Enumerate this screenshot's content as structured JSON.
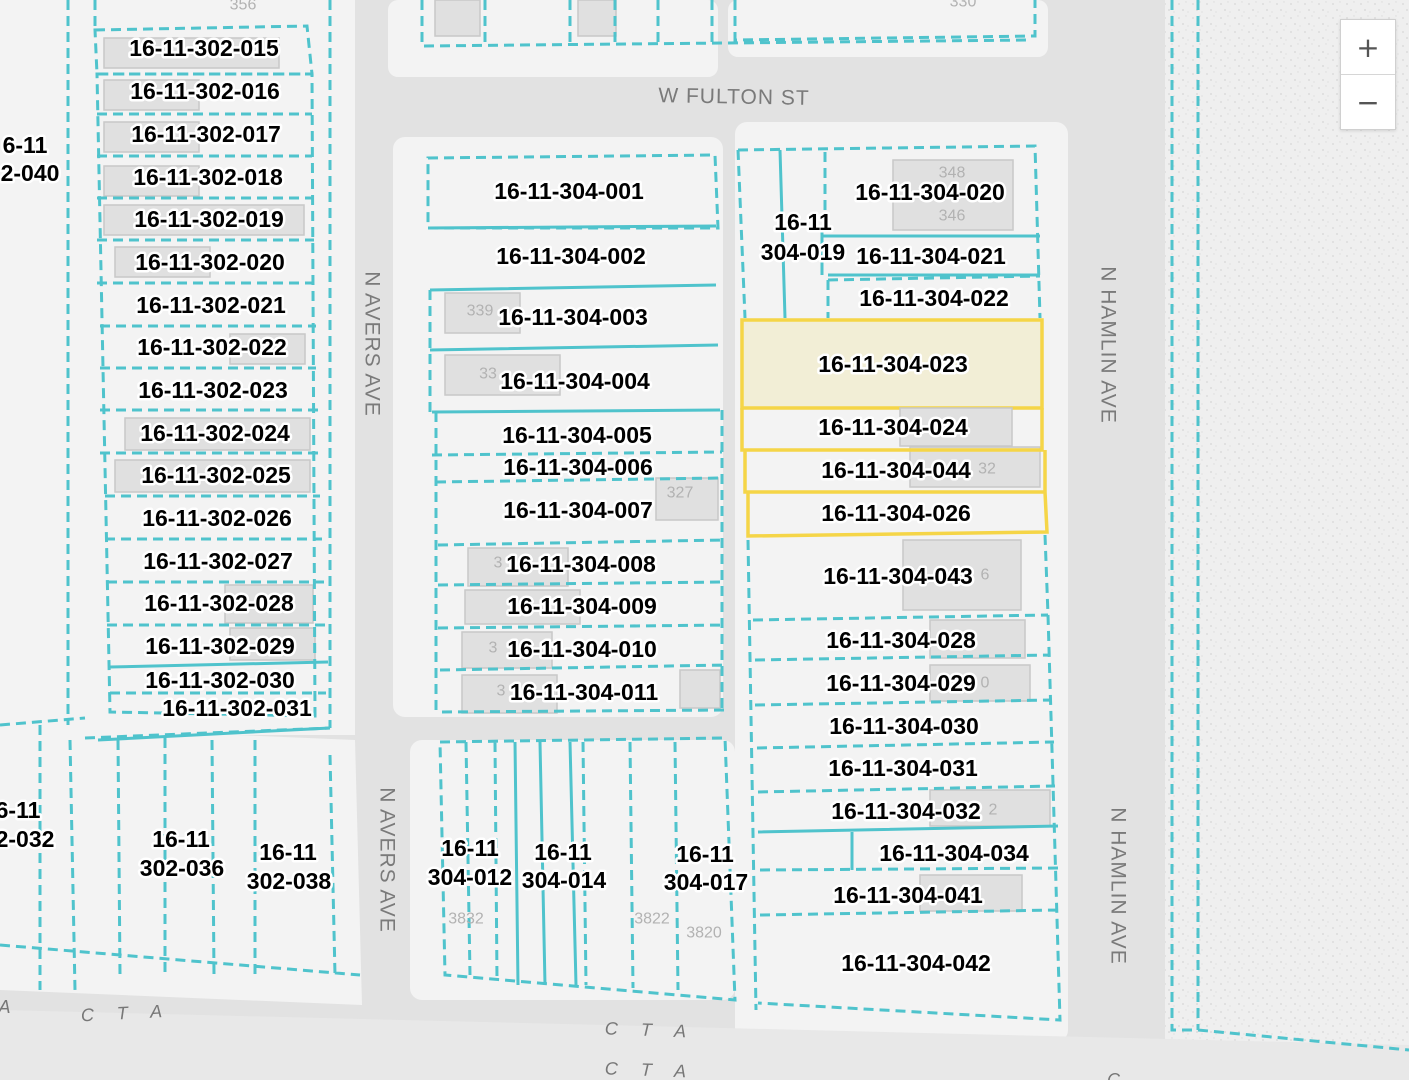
{
  "streets": {
    "fulton": "W FULTON ST",
    "avers_upper": "N AVERS AVE",
    "avers_lower": "N AVERS AVE",
    "hamlin_upper": "N HAMLIN AVE",
    "hamlin_lower": "N HAMLIN AVE",
    "cta_1": "C T A",
    "cta_2": "C T A",
    "cta_3": "C T A",
    "cta_4": "C T A",
    "cta_edge": "C"
  },
  "addresses": {
    "a356": "356",
    "a330": "330",
    "a348": "348",
    "a346": "346",
    "a339": "339",
    "a33": "33",
    "a327": "327",
    "a3a": "3",
    "a3b": "3",
    "a3c": "3",
    "a32": "32",
    "a6": "6",
    "a0": "0",
    "a2": "2",
    "a3832": "3832",
    "a3822": "3822",
    "a3820": "3820"
  },
  "parcels": {
    "p302_015": "16-11-302-015",
    "p302_016": "16-11-302-016",
    "p302_017": "16-11-302-017",
    "p302_018": "16-11-302-018",
    "p302_019": "16-11-302-019",
    "p302_020": "16-11-302-020",
    "p302_021": "16-11-302-021",
    "p302_022": "16-11-302-022",
    "p302_023": "16-11-302-023",
    "p302_024": "16-11-302-024",
    "p302_025": "16-11-302-025",
    "p302_026": "16-11-302-026",
    "p302_027": "16-11-302-027",
    "p302_028": "16-11-302-028",
    "p302_029": "16-11-302-029",
    "p302_030": "16-11-302-030",
    "p302_031": "16-11-302-031",
    "p302_040_a": "6-11",
    "p302_040_b": "2-040",
    "p302_032_a": "6-11",
    "p302_032_b": "2-032",
    "p302_036_a": "16-11",
    "p302_036_b": "302-036",
    "p302_038_a": "16-11",
    "p302_038_b": "302-038",
    "p304_001": "16-11-304-001",
    "p304_002": "16-11-304-002",
    "p304_003": "16-11-304-003",
    "p304_004": "16-11-304-004",
    "p304_005": "16-11-304-005",
    "p304_006": "16-11-304-006",
    "p304_007": "16-11-304-007",
    "p304_008": "16-11-304-008",
    "p304_009": "16-11-304-009",
    "p304_010": "16-11-304-010",
    "p304_011": "16-11-304-011",
    "p304_012_a": "16-11",
    "p304_012_b": "304-012",
    "p304_014_a": "16-11",
    "p304_014_b": "304-014",
    "p304_017_a": "16-11",
    "p304_017_b": "304-017",
    "p304_019_a": "16-11",
    "p304_019_b": "304-019",
    "p304_020": "16-11-304-020",
    "p304_021": "16-11-304-021",
    "p304_022": "16-11-304-022",
    "p304_023": "16-11-304-023",
    "p304_024": "16-11-304-024",
    "p304_044": "16-11-304-044",
    "p304_026": "16-11-304-026",
    "p304_043": "16-11-304-043",
    "p304_028": "16-11-304-028",
    "p304_029": "16-11-304-029",
    "p304_030": "16-11-304-030",
    "p304_031": "16-11-304-031",
    "p304_032": "16-11-304-032",
    "p304_034": "16-11-304-034",
    "p304_041": "16-11-304-041",
    "p304_042": "16-11-304-042"
  },
  "controls": {
    "zoom_in": "+",
    "zoom_out": "−"
  },
  "colors": {
    "parcel_line": "#4fc3cc",
    "selected_outline": "#f5d547",
    "selected_fill": "#f2eed6",
    "block_fill": "#f3f3f3",
    "road": "#e2e2e2"
  }
}
